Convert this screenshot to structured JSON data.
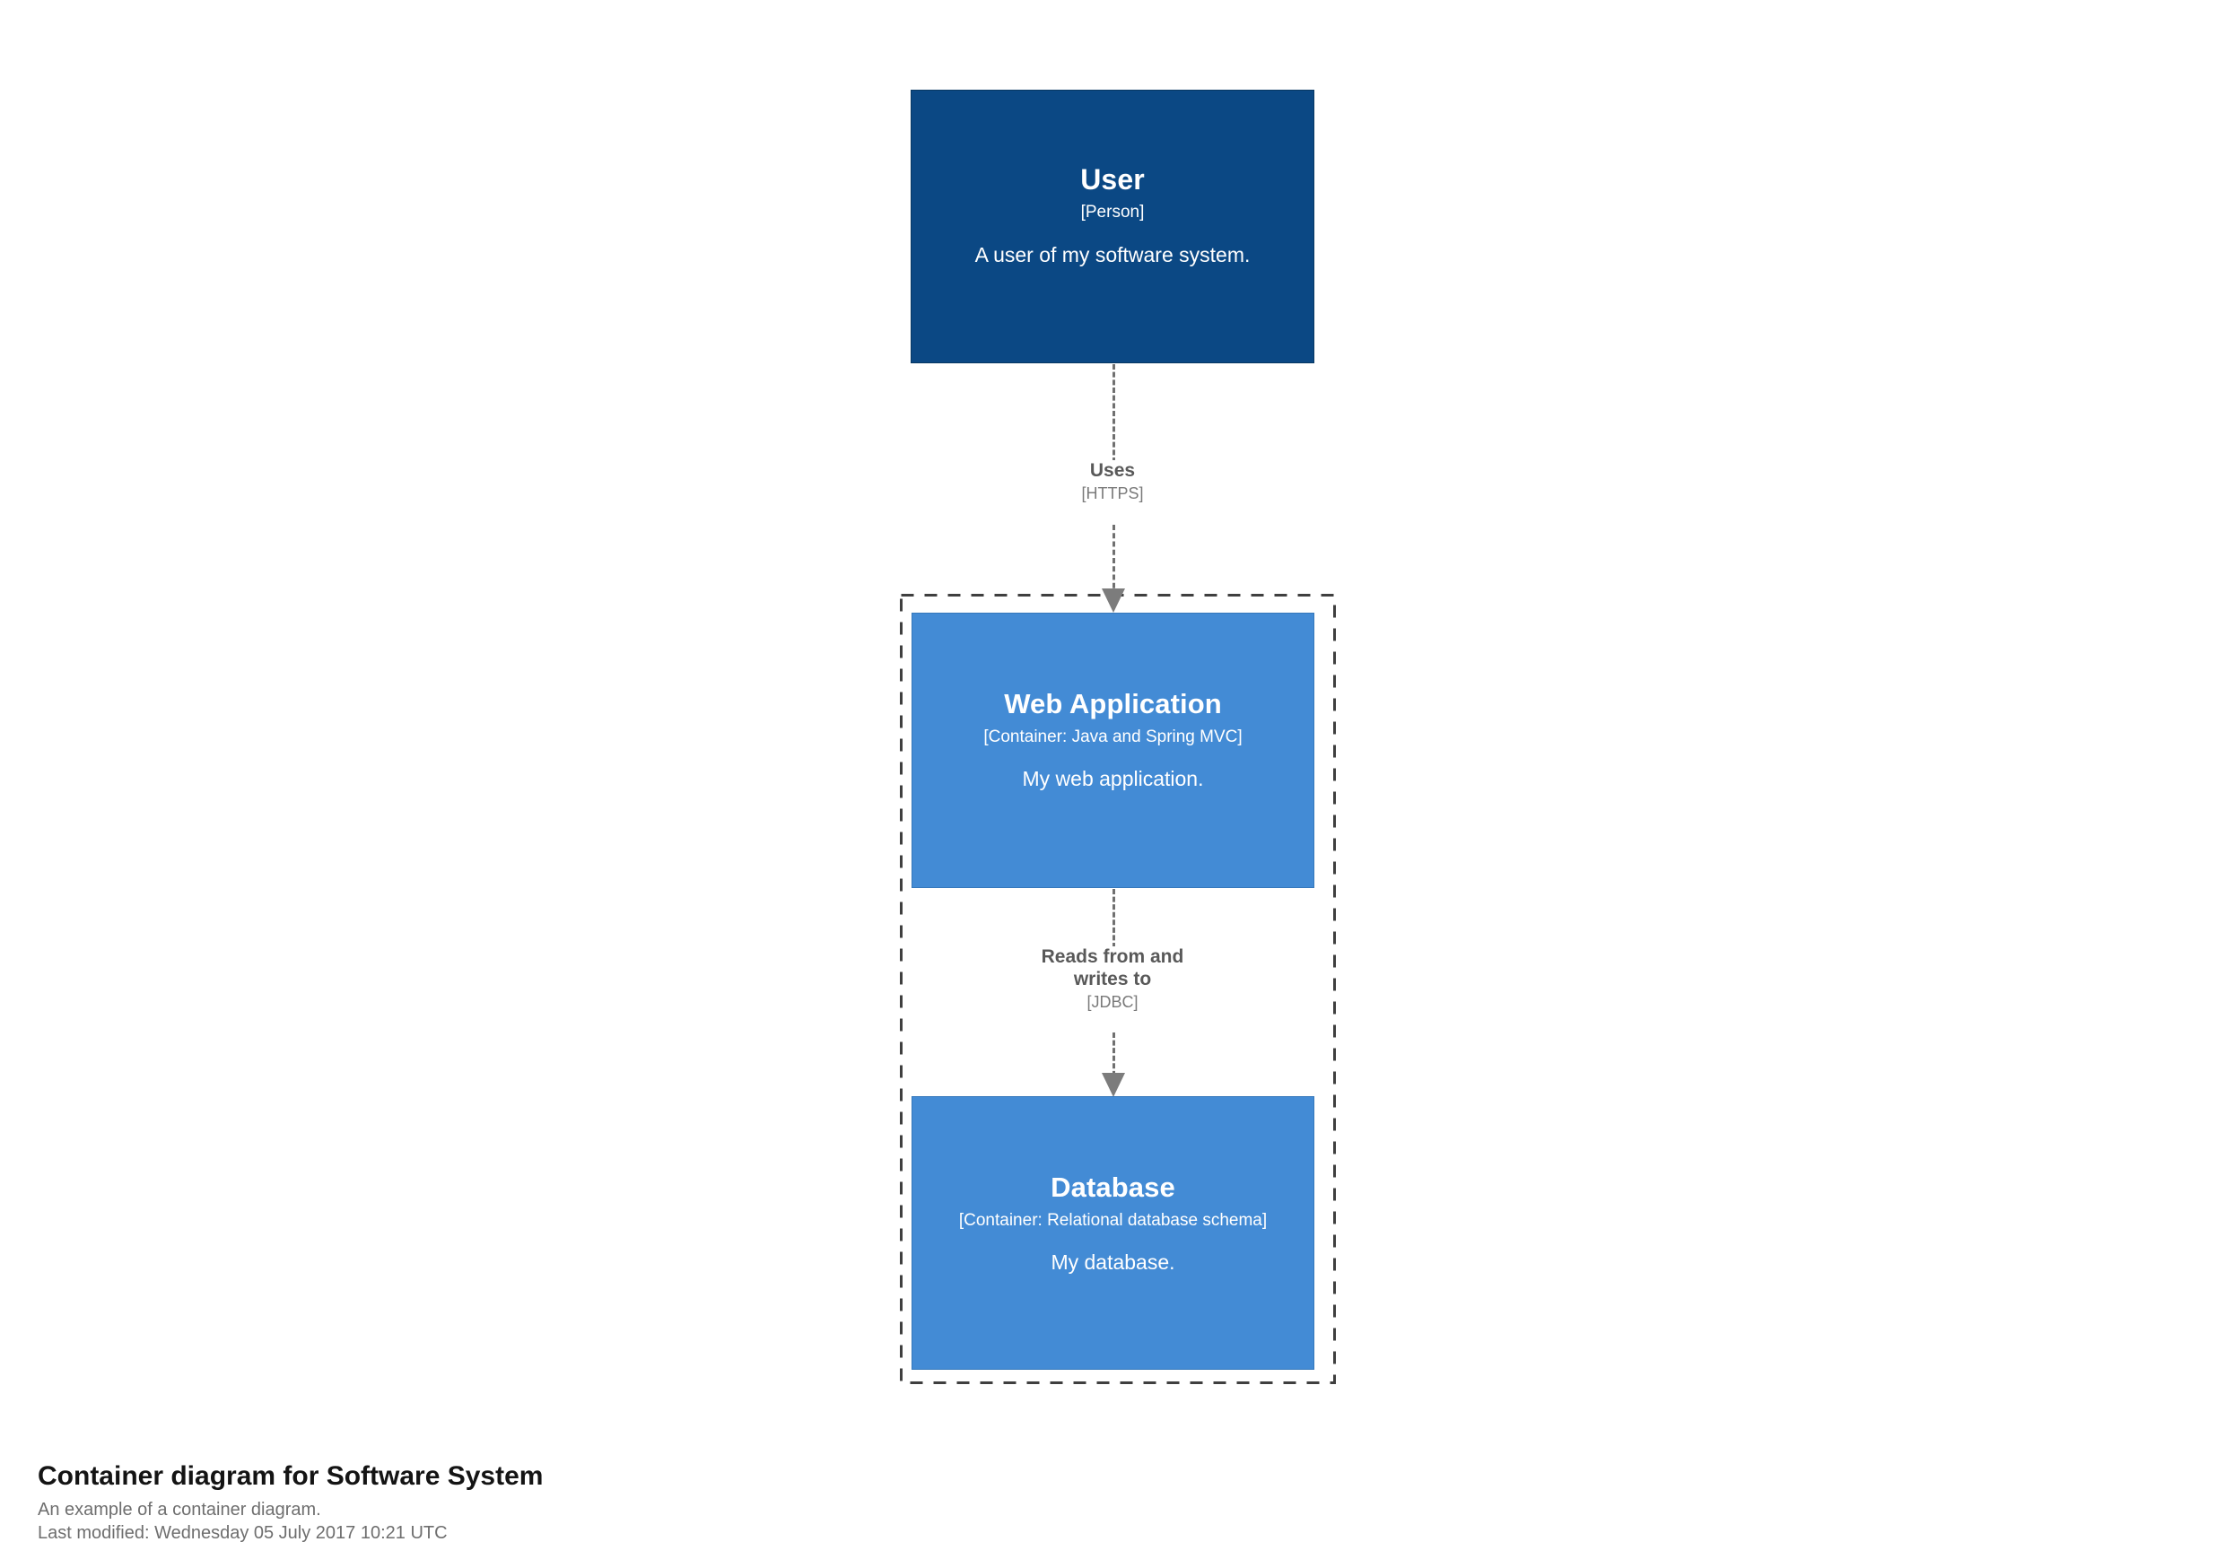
{
  "diagram": {
    "kind": "c4-container-diagram",
    "colors": {
      "person_fill": "#0b4884",
      "container_fill": "#438bd5",
      "boundary_stroke": "#3f3f3f",
      "relationship_stroke": "#707070",
      "relationship_label": "#595959",
      "relationship_technology": "#7a7a7a",
      "canvas": "#ffffff"
    },
    "elements": [
      {
        "id": "user",
        "name": "User",
        "type": "[Person]",
        "description": "A user of my software system."
      },
      {
        "id": "web-application",
        "name": "Web Application",
        "type": "[Container: Java and Spring MVC]",
        "description": "My web application."
      },
      {
        "id": "database",
        "name": "Database",
        "type": "[Container: Relational database schema]",
        "description": "My database."
      }
    ],
    "relationships": [
      {
        "id": "uses",
        "source": "user",
        "destination": "web-application",
        "description": "Uses",
        "technology": "[HTTPS]"
      },
      {
        "id": "reads-writes",
        "source": "web-application",
        "destination": "database",
        "description": "Reads from and\nwrites to",
        "technology": "[JDBC]"
      }
    ],
    "boundary": {
      "id": "software-system",
      "style": "dashed"
    }
  },
  "caption": {
    "title": "Container diagram for Software System",
    "subtitle": "An example of a container diagram.",
    "last_modified": "Last modified: Wednesday 05 July 2017 10:21 UTC"
  }
}
